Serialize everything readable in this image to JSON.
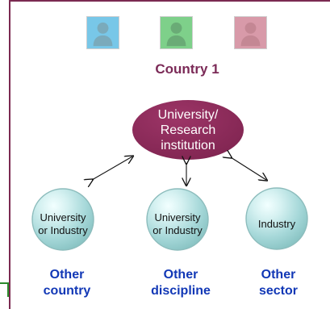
{
  "avatars": [
    {
      "color": "#78c7e8",
      "icon": "person-icon"
    },
    {
      "color": "#7ed08a",
      "icon": "person-icon"
    },
    {
      "color": "#d89aa9",
      "icon": "person-icon"
    }
  ],
  "country_title": "Country 1",
  "central_node": {
    "label": "University/\nResearch\ninstitution",
    "color": "#8d2a58"
  },
  "partner_nodes": [
    {
      "label": "University\nor Industry"
    },
    {
      "label": "University\nor Industry"
    },
    {
      "label": "Industry"
    }
  ],
  "category_labels": [
    "Other\ncountry",
    "Other\ndiscipline",
    "Other\nsector"
  ],
  "colors": {
    "frame": "#7b2a51",
    "title": "#7b2a57",
    "bubble": "#a7dbdc",
    "category": "#1238b6",
    "corner": "#2b8a2b"
  }
}
